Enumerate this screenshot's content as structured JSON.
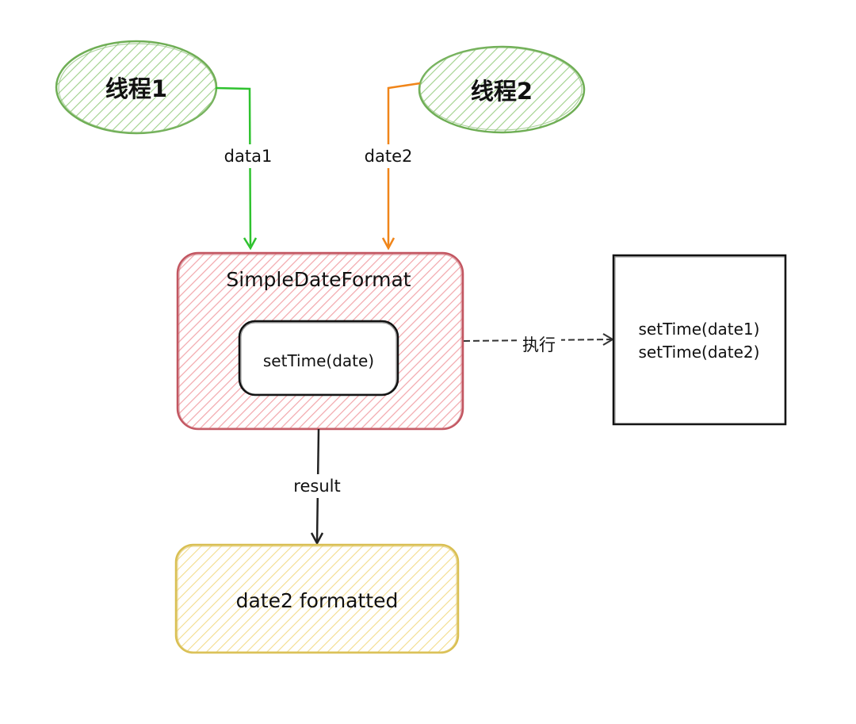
{
  "nodes": {
    "thread1": {
      "label": "线程1",
      "fill": "#c9e6b9",
      "stroke": "#6fae55"
    },
    "thread2": {
      "label": "线程2",
      "fill": "#c9e6b9",
      "stroke": "#6fae55"
    },
    "formatter": {
      "label": "SimpleDateFormat",
      "fill": "#f7c9cc",
      "stroke": "#c25560"
    },
    "method": {
      "label": "setTime(date)"
    },
    "execution": {
      "line1": "setTime(date1)",
      "line2": "setTime(date2)"
    },
    "output": {
      "label": "date2 formatted",
      "fill": "#f8e7a8",
      "stroke": "#d9bf52"
    }
  },
  "edges": {
    "thread1_to_formatter": {
      "label": "data1",
      "color": "#2fc22f"
    },
    "thread2_to_formatter": {
      "label": "date2",
      "color": "#f08519"
    },
    "formatter_to_execution": {
      "label": "执行",
      "color": "#333333"
    },
    "formatter_to_output": {
      "label": "result",
      "color": "#222222"
    }
  }
}
